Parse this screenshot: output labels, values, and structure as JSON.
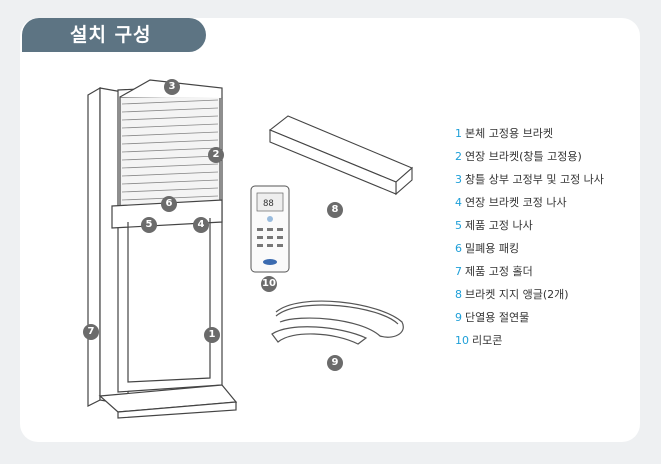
{
  "header": {
    "title": "설치 구성"
  },
  "callouts": [
    "1",
    "2",
    "3",
    "4",
    "5",
    "6",
    "7",
    "8",
    "9",
    "10"
  ],
  "legend": [
    {
      "num": "1",
      "label": "본체 고정용 브라켓"
    },
    {
      "num": "2",
      "label": "연장 브라켓(창틀 고정용)"
    },
    {
      "num": "3",
      "label": "창틀 상부 고정부 및 고정 나사"
    },
    {
      "num": "4",
      "label": "연장 브라켓 코정 나사"
    },
    {
      "num": "5",
      "label": "제품 고정 나사"
    },
    {
      "num": "6",
      "label": "밀폐용 패킹"
    },
    {
      "num": "7",
      "label": "제품 고정 홀더"
    },
    {
      "num": "8",
      "label": "브라켓 지지 앵글(2개)"
    },
    {
      "num": "9",
      "label": "단열용 절연물"
    },
    {
      "num": "10",
      "label": "리모콘"
    }
  ],
  "remote": {
    "display": "88"
  },
  "colors": {
    "tab": "#5d7483",
    "legend_number": "#1e9fd8",
    "badge": "#6b6b6b"
  }
}
